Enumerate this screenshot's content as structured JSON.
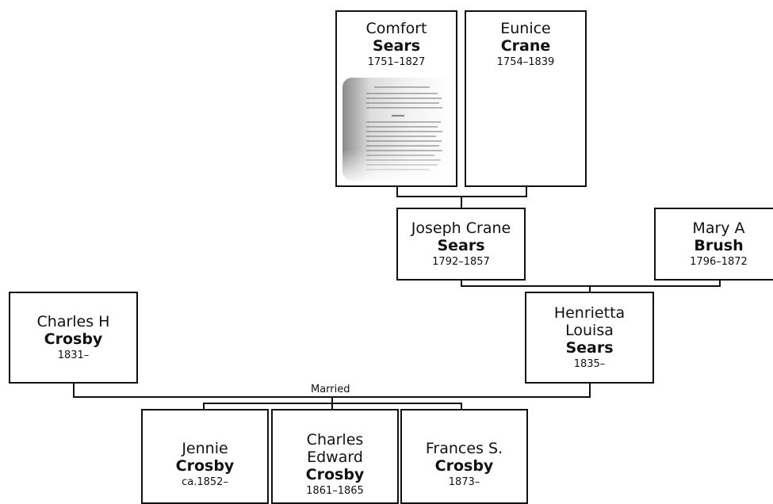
{
  "people": {
    "comfort": {
      "given": "Comfort",
      "surname": "Sears",
      "dates": "1751–1827"
    },
    "eunice": {
      "given": "Eunice",
      "surname": "Crane",
      "dates": "1754–1839"
    },
    "joseph": {
      "given": "Joseph Crane",
      "surname": "Sears",
      "dates": "1792–1857"
    },
    "mary": {
      "given": "Mary A",
      "surname": "Brush",
      "dates": "1796–1872"
    },
    "charlesh": {
      "given": "Charles H",
      "surname": "Crosby",
      "dates": "1831–"
    },
    "henrietta": {
      "given": "Henrietta Louisa",
      "surname": "Sears",
      "dates": "1835–"
    },
    "jennie": {
      "given": "Jennie",
      "surname": "Crosby",
      "dates": "ca.1852–"
    },
    "charlese": {
      "given": "Charles Edward",
      "surname": "Crosby",
      "dates": "1861–1865"
    },
    "frances": {
      "given": "Frances S.",
      "surname": "Crosby",
      "dates": "1873–"
    }
  },
  "marriage_label": "Married",
  "colors": {
    "line": "#111111",
    "box_border": "#111111",
    "background": "#ffffff"
  },
  "icons": {
    "document": "scanned-document-icon"
  }
}
